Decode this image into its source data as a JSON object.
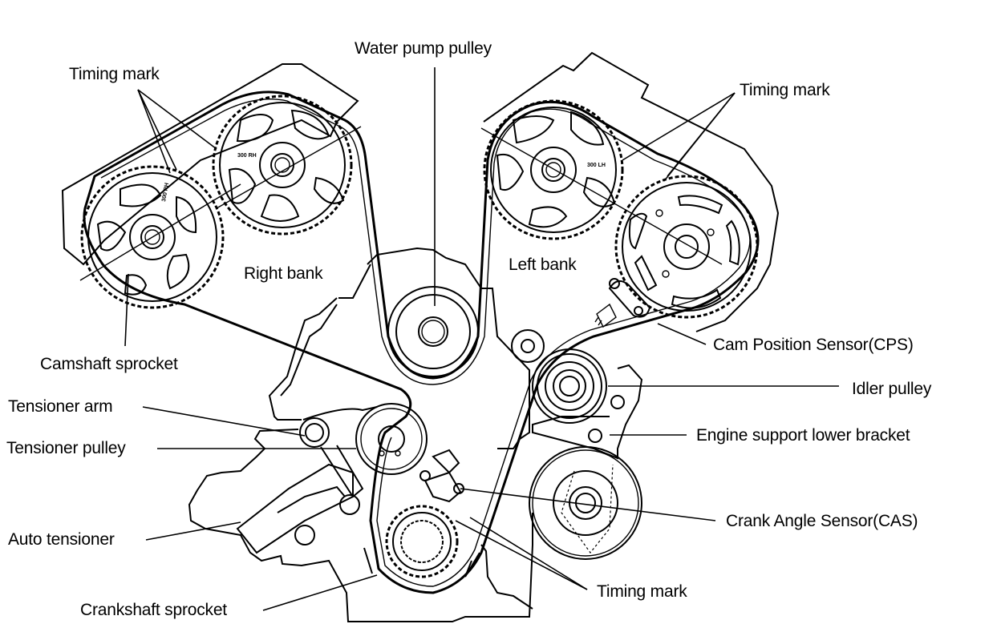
{
  "diagram": {
    "subject": "V6 engine timing belt layout",
    "colors": {
      "ink": "#000000",
      "background": "#ffffff"
    },
    "labels": {
      "water_pump_pulley": "Water pump pulley",
      "timing_mark_top_left": "Timing mark",
      "timing_mark_top_right": "Timing mark",
      "right_bank": "Right bank",
      "left_bank": "Left bank",
      "camshaft_sprocket": "Camshaft sprocket",
      "cam_position_sensor": "Cam Position Sensor(CPS)",
      "idler_pulley": "Idler pulley",
      "tensioner_arm": "Tensioner arm",
      "engine_support_lower_bracket": "Engine support lower bracket",
      "tensioner_pulley": "Tensioner pulley",
      "crank_angle_sensor": "Crank Angle Sensor(CAS)",
      "auto_tensioner": "Auto tensioner",
      "timing_mark_bottom": "Timing mark",
      "crankshaft_sprocket": "Crankshaft sprocket"
    },
    "sprocket_stamps": {
      "right_bank_rear": "300 RH",
      "right_bank_front": "300 RH",
      "left_bank_front": "300 LH"
    }
  }
}
